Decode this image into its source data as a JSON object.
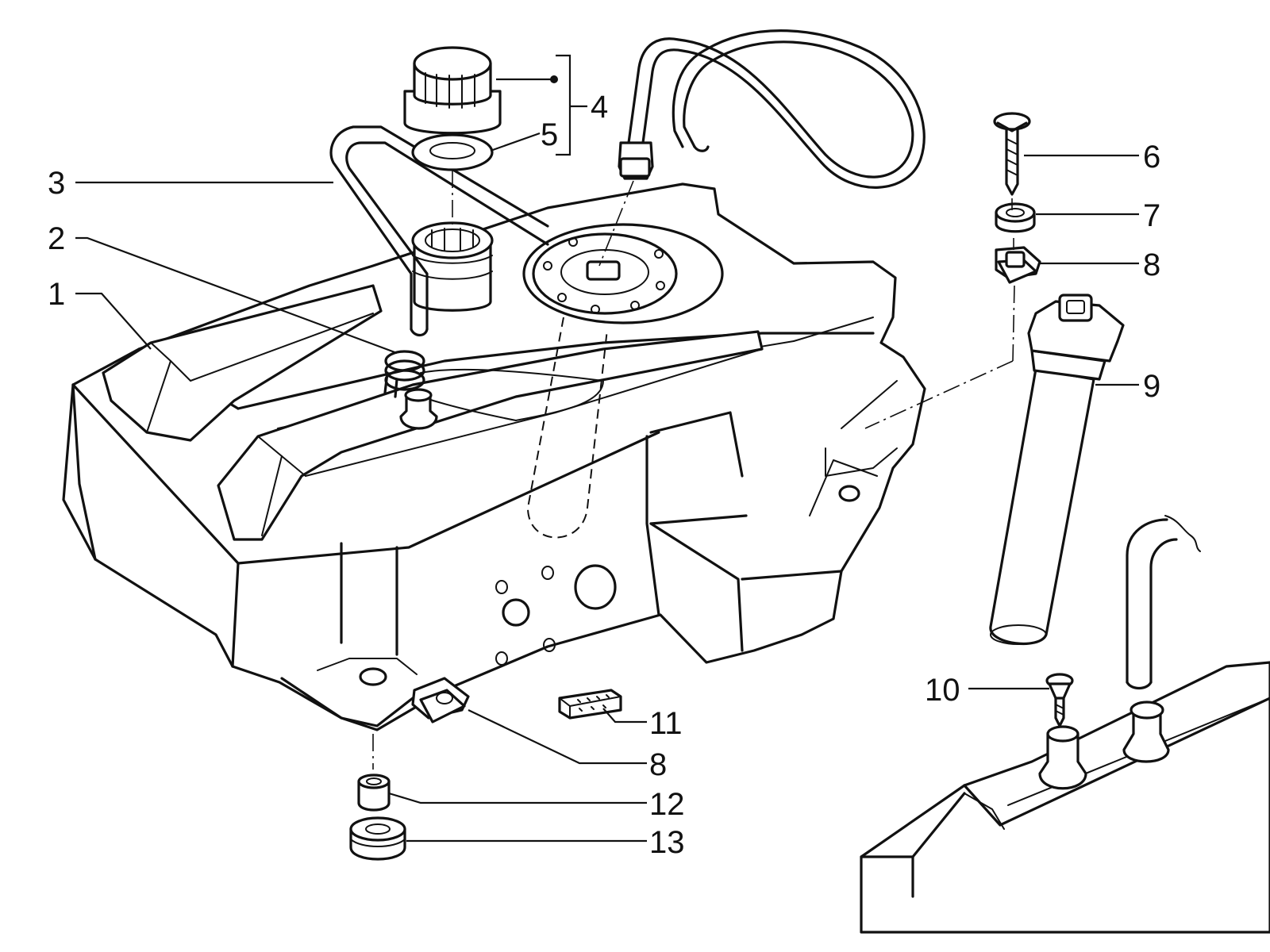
{
  "diagram": {
    "callouts": [
      {
        "id": "1",
        "label": "1"
      },
      {
        "id": "2",
        "label": "2"
      },
      {
        "id": "3",
        "label": "3"
      },
      {
        "id": "4",
        "label": "4"
      },
      {
        "id": "5",
        "label": "5"
      },
      {
        "id": "6",
        "label": "6"
      },
      {
        "id": "7",
        "label": "7"
      },
      {
        "id": "8a",
        "label": "8"
      },
      {
        "id": "9",
        "label": "9"
      },
      {
        "id": "10",
        "label": "10"
      },
      {
        "id": "11",
        "label": "11"
      },
      {
        "id": "8b",
        "label": "8"
      },
      {
        "id": "12",
        "label": "12"
      },
      {
        "id": "13",
        "label": "13"
      }
    ]
  }
}
